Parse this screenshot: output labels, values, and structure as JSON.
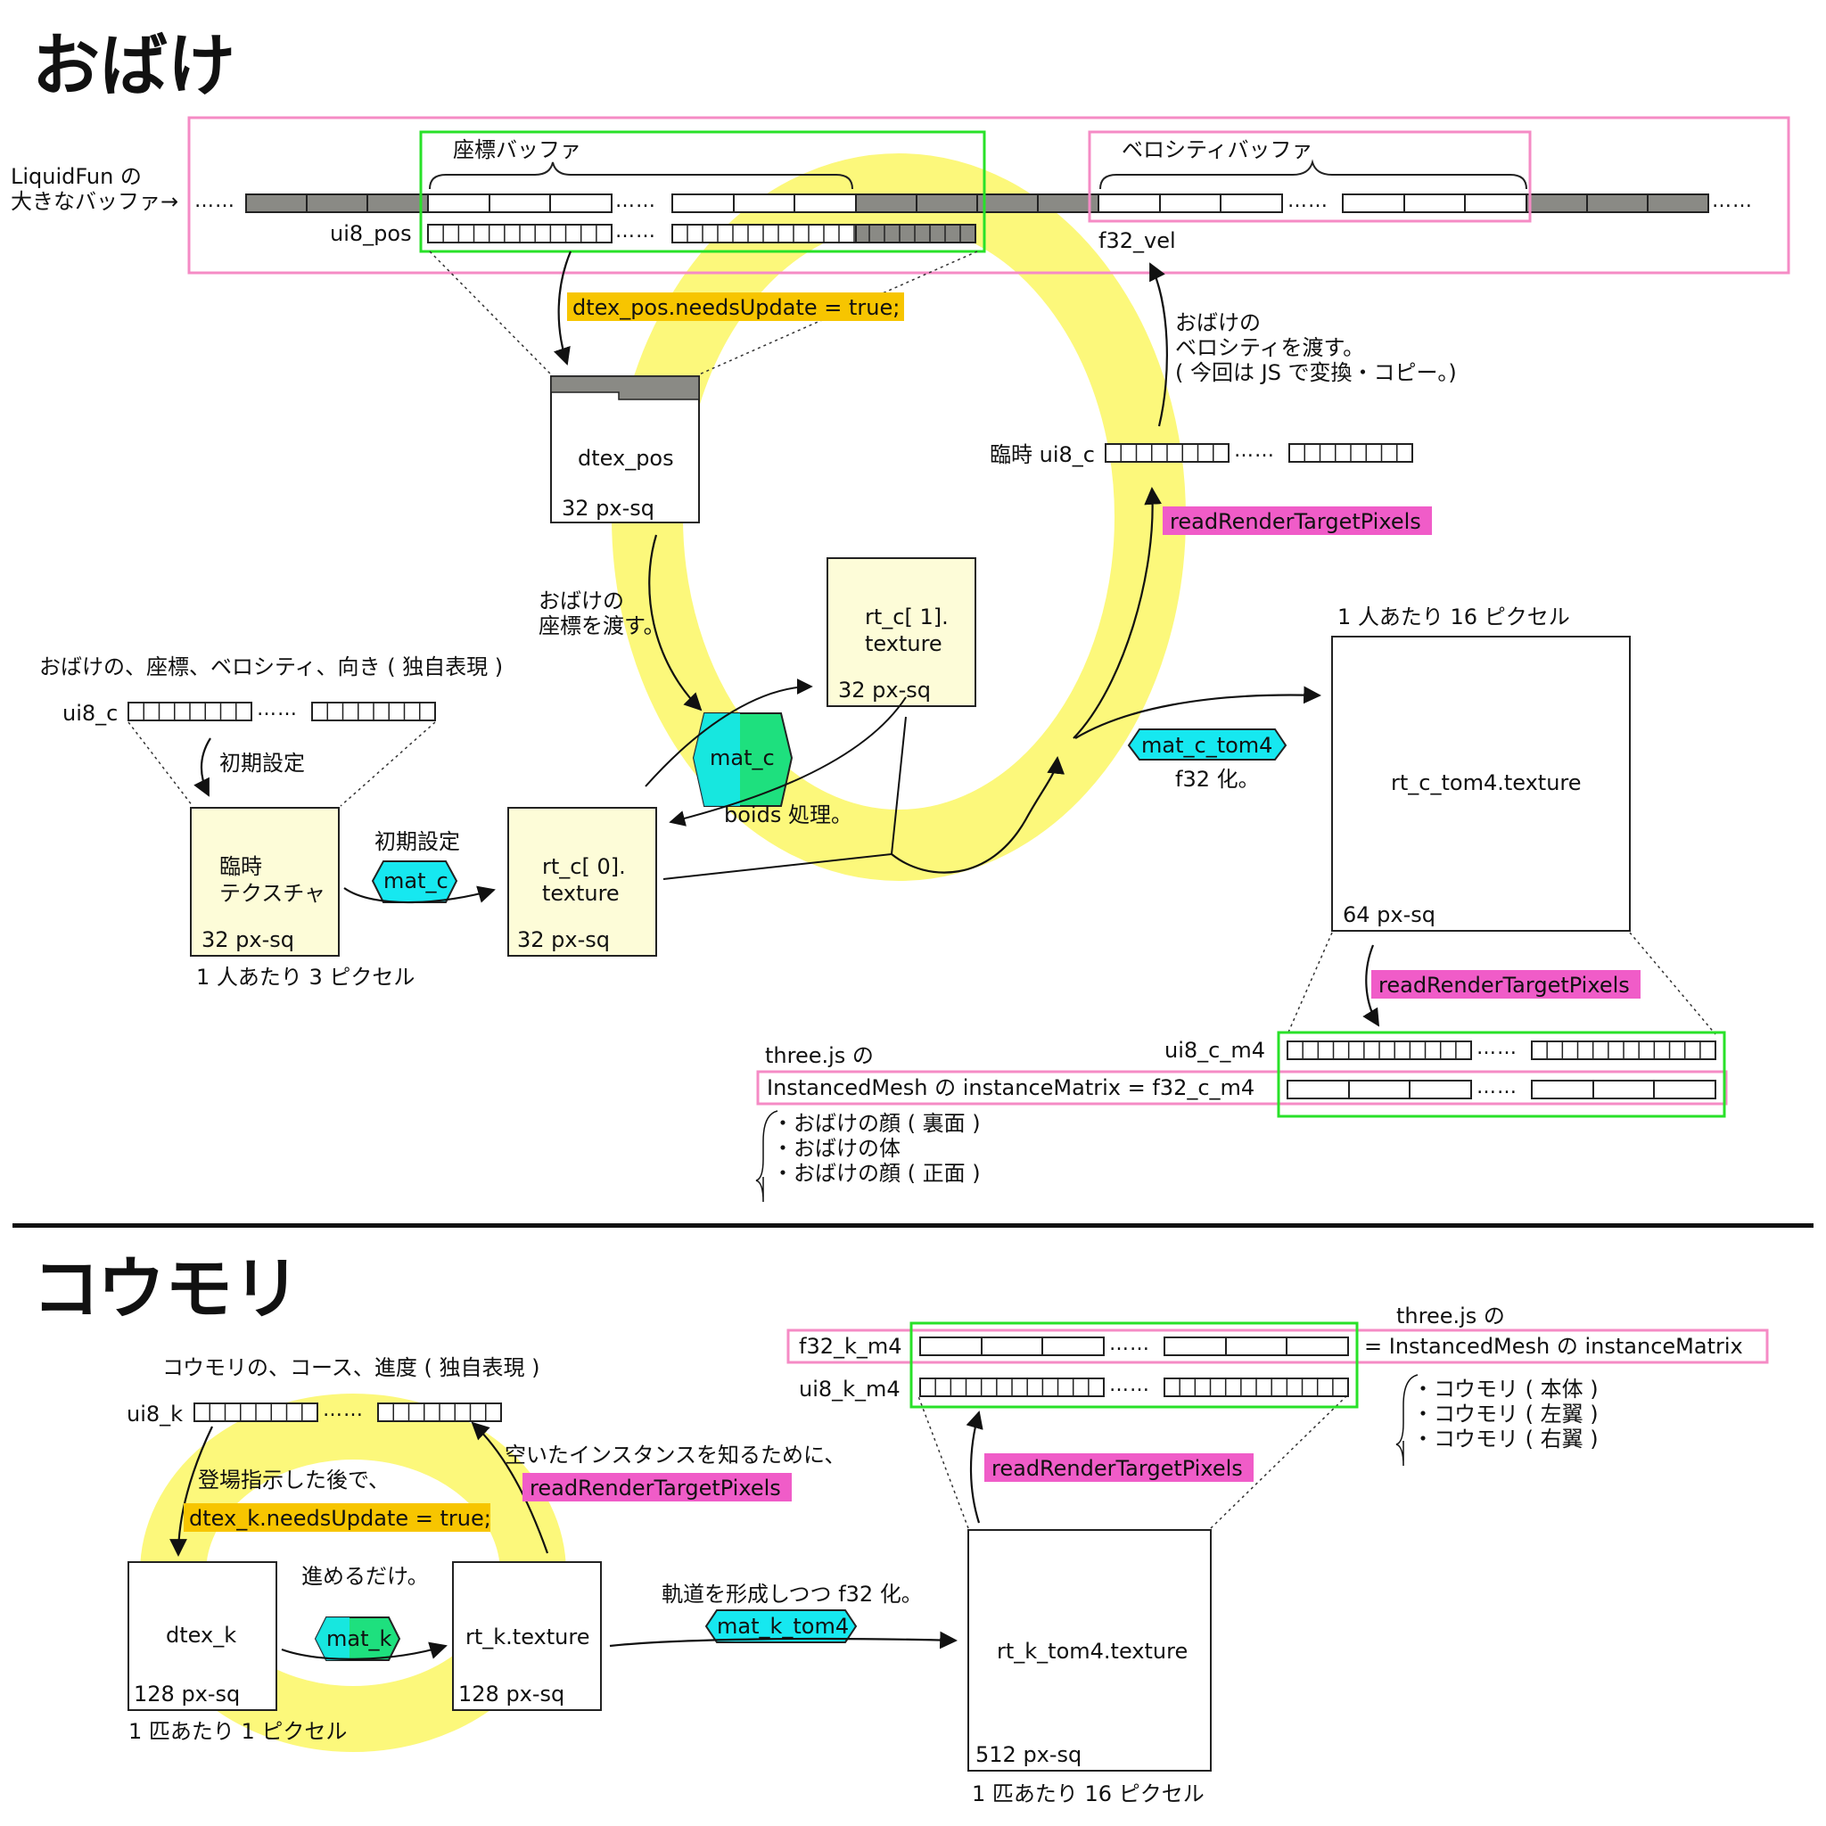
{
  "colors": {
    "ring": "#fbf65e",
    "pink": "#f58bc5",
    "green": "#28e128",
    "hl_orange": "#f7c500",
    "hl_magenta": "#f05cc8",
    "hex_cyan": "#16e8f0",
    "hex_green": "#1ee07e",
    "tex_yellow": "#fdfcd8",
    "gray": "#8a8a85"
  },
  "obake": {
    "title": "おばけ",
    "liquidfun_line1": "LiquidFun の",
    "liquidfun_line2": "大きなバッファ→",
    "pos_buffer": "座標バッファ",
    "vel_buffer": "ベロシティバッファ",
    "ui8_pos": "ui8_pos",
    "f32_vel": "f32_vel",
    "dots": "……",
    "needs_update": "dtex_pos.needsUpdate = true;",
    "dtex_pos": "dtex_pos",
    "dtex_pos_size": "32 px-sq",
    "pass_pos_1": "おばけの",
    "pass_pos_2": "座標を渡す。",
    "pass_vel_1": "おばけの",
    "pass_vel_2": "ベロシティを渡す。",
    "pass_vel_3": "( 今回は JS で変換・コピー。)",
    "temp_ui8_c": "臨時 ui8_c",
    "read_rt_1": "readRenderTargetPixels",
    "rt_c1_1": "rt_c[ 1].",
    "rt_c1_2": "texture",
    "rt_c1_size": "32 px-sq",
    "mat_c_center": "mat_c",
    "boids": "boids 処理。",
    "per_person_16": "1 人あたり 16 ピクセル",
    "rt_c_tom4": "rt_c_tom4.texture",
    "rt_c_tom4_size": "64 px-sq",
    "mat_c_tom4": "mat_c_tom4",
    "f32_ka": "f32 化。",
    "own_repr": "おばけの、座標、ベロシティ、向き ( 独自表現 )",
    "ui8_c": "ui8_c",
    "init_setting_1": "初期設定",
    "temp_tex_1": "臨時",
    "temp_tex_2": "テクスチャ",
    "temp_tex_size": "32 px-sq",
    "per_person_3": "1 人あたり 3 ピクセル",
    "init_setting_2": "初期設定",
    "mat_c_left": "mat_c",
    "rt_c0_1": "rt_c[ 0].",
    "rt_c0_2": "texture",
    "rt_c0_size": "32 px-sq",
    "read_rt_2": "readRenderTargetPixels",
    "ui8_c_m4": "ui8_c_m4",
    "threejs_no": "three.js の",
    "instanced_eq": "InstancedMesh の instanceMatrix  =  f32_c_m4",
    "list_1": "・おばけの顔 ( 裏面 )",
    "list_2": "・おばけの体",
    "list_3": "・おばけの顔 ( 正面 )"
  },
  "koumori": {
    "title": "コウモリ",
    "own_repr": "コウモリの、コース、進度 ( 独自表現 )",
    "ui8_k": "ui8_k",
    "dots": "……",
    "after_spawn": "登場指示した後で、",
    "needs_update": "dtex_k.needsUpdate = true;",
    "empty_inst": "空いたインスタンスを知るために、",
    "read_rt_1": "readRenderTargetPixels",
    "advance": "進めるだけ。",
    "dtex_k": "dtex_k",
    "dtex_k_size": "128 px-sq",
    "mat_k": "mat_k",
    "rt_k": "rt_k.texture",
    "rt_k_size": "128 px-sq",
    "per_bat_1": "1 匹あたり 1 ピクセル",
    "orbit": "軌道を形成しつつ f32 化。",
    "mat_k_tom4": "mat_k_tom4",
    "rt_k_tom4": "rt_k_tom4.texture",
    "rt_k_tom4_size": "512 px-sq",
    "per_bat_16": "1 匹あたり 16 ピクセル",
    "f32_k_m4": "f32_k_m4",
    "ui8_k_m4": "ui8_k_m4",
    "read_rt_2": "readRenderTargetPixels",
    "threejs_no": "three.js の",
    "instanced_eq": "= InstancedMesh の instanceMatrix",
    "list_1": "・コウモリ ( 本体 )",
    "list_2": "・コウモリ ( 左翼 )",
    "list_3": "・コウモリ ( 右翼 )"
  }
}
